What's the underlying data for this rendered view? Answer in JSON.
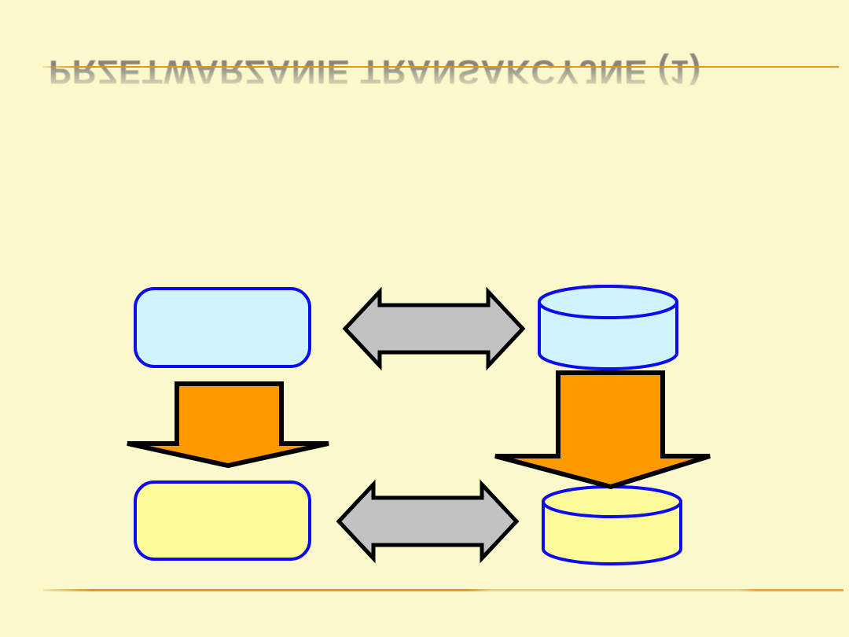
{
  "slide": {
    "title": {
      "text": "PRZETWARZANIE TRANSAKCYJNE (1)",
      "style": "reflected-upside-down, gray, fading"
    },
    "colors": {
      "background": "#FBF8CB",
      "accent_rule_orange": "#E8940E",
      "footer_rule_light": "#F2CE8A",
      "node_blue_fill": "#CFF4FE",
      "node_yellow_fill": "#FDFB99",
      "node_border_blue": "#0C0CEE",
      "arrow_orange_fill": "#FF9900",
      "arrow_gray_fill": "#C2C2C2",
      "outline_black": "#000000"
    },
    "diagram": {
      "top_left_node": {
        "shape": "rounded-rectangle",
        "fill": "light-blue",
        "label": ""
      },
      "top_right_node": {
        "shape": "cylinder-database",
        "fill": "light-blue",
        "label": ""
      },
      "bottom_left_node": {
        "shape": "rounded-rectangle",
        "fill": "pale-yellow",
        "label": ""
      },
      "bottom_right_node": {
        "shape": "cylinder-database",
        "fill": "pale-yellow",
        "label": ""
      },
      "connectors": [
        {
          "name": "top-two-way-arrow",
          "type": "double-headed-horizontal",
          "color": "gray",
          "between": [
            "top_left_node",
            "top_right_node"
          ]
        },
        {
          "name": "left-down-arrow",
          "type": "block-arrow-down",
          "color": "orange",
          "between": [
            "top_left_node",
            "bottom_left_node"
          ]
        },
        {
          "name": "right-down-arrow",
          "type": "block-arrow-down",
          "color": "orange",
          "between": [
            "top_right_node",
            "bottom_right_node"
          ]
        },
        {
          "name": "bottom-two-way-arrow",
          "type": "double-headed-horizontal",
          "color": "gray",
          "between": [
            "bottom_left_node",
            "bottom_right_node"
          ]
        }
      ]
    }
  }
}
